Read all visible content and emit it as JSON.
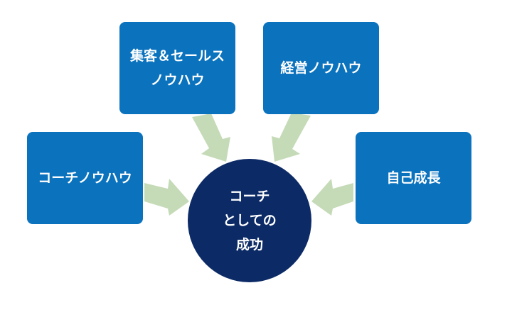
{
  "diagram": {
    "center": {
      "label": "コーチ\nとしての\n成功"
    },
    "inputs": [
      {
        "id": "marketing",
        "label": "集客＆セールス\nノウハウ"
      },
      {
        "id": "management",
        "label": "経営ノウハウ"
      },
      {
        "id": "coaching",
        "label": "コーチノウハウ"
      },
      {
        "id": "growth",
        "label": "自己成長"
      }
    ]
  },
  "colors": {
    "box": "#0b72be",
    "center": "#0c2a66",
    "arrow": "#c5dbb8",
    "text": "#ffffff"
  }
}
